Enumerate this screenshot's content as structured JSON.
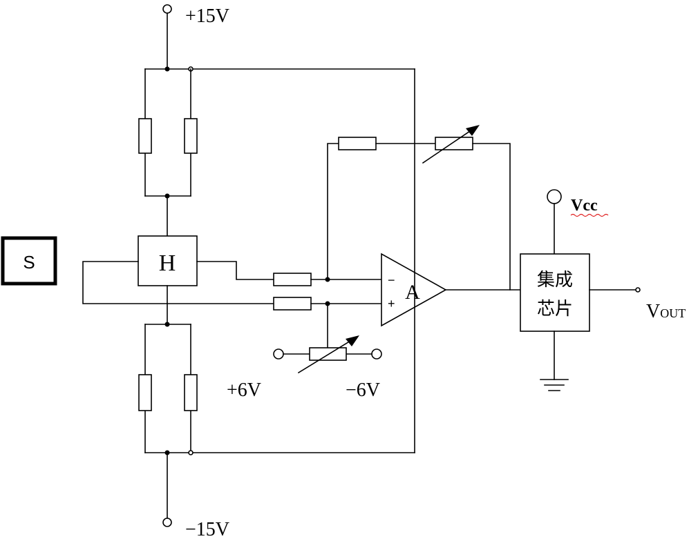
{
  "labels": {
    "supply_pos": "+15V",
    "supply_neg": "−15V",
    "sensor": "S",
    "hall_element": "H",
    "opamp": "A",
    "opamp_minus": "−",
    "opamp_plus": "+",
    "bias_pos": "+6V",
    "bias_neg": "−6V",
    "vcc": "Vcc",
    "chip_line1": "集成",
    "chip_line2": "芯片",
    "vout_main": "V",
    "vout_sub": "OUT"
  },
  "colors": {
    "line": "#000000",
    "background": "#ffffff",
    "squiggle": "#e02020"
  }
}
